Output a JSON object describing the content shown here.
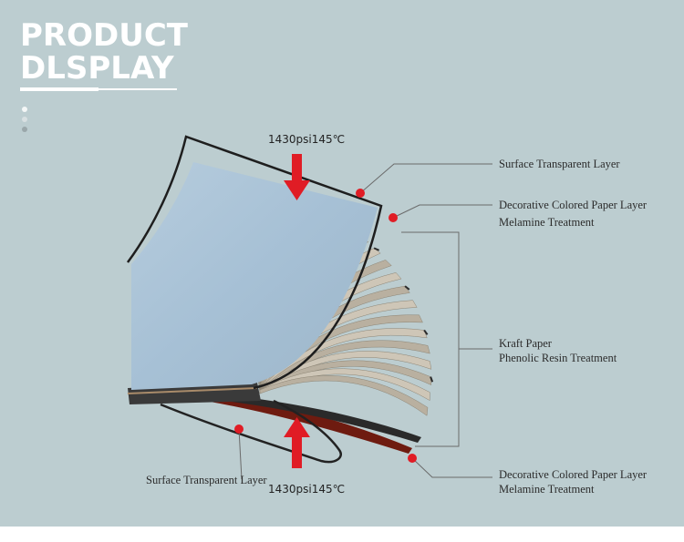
{
  "header": {
    "title_line1": "PRODUCT",
    "title_line2": "DLSPLAY"
  },
  "diagram": {
    "pressure_top": "1430psi145℃",
    "pressure_bottom": "1430psi145℃",
    "labels": {
      "surface_top": "Surface Transparent Layer",
      "decorative_top_1": "Decorative Colored Paper Layer",
      "decorative_top_2": "Melamine Treatment",
      "kraft_1": "Kraft Paper",
      "kraft_2": "Phenolic Resin Treatment",
      "decorative_bottom_1": "Decorative Colored Paper Layer",
      "decorative_bottom_2": "Melamine Treatment",
      "surface_bottom": "Surface Transparent Layer"
    },
    "colors": {
      "background": "#bccdd0",
      "marker_red": "#e01c25",
      "surface_blue": "#a9c2d6",
      "kraft": "#c2b9a8",
      "dark_layer": "#6e1b10"
    },
    "icons": [
      "down-arrow-icon",
      "up-arrow-icon",
      "marker-dot-icon"
    ]
  }
}
